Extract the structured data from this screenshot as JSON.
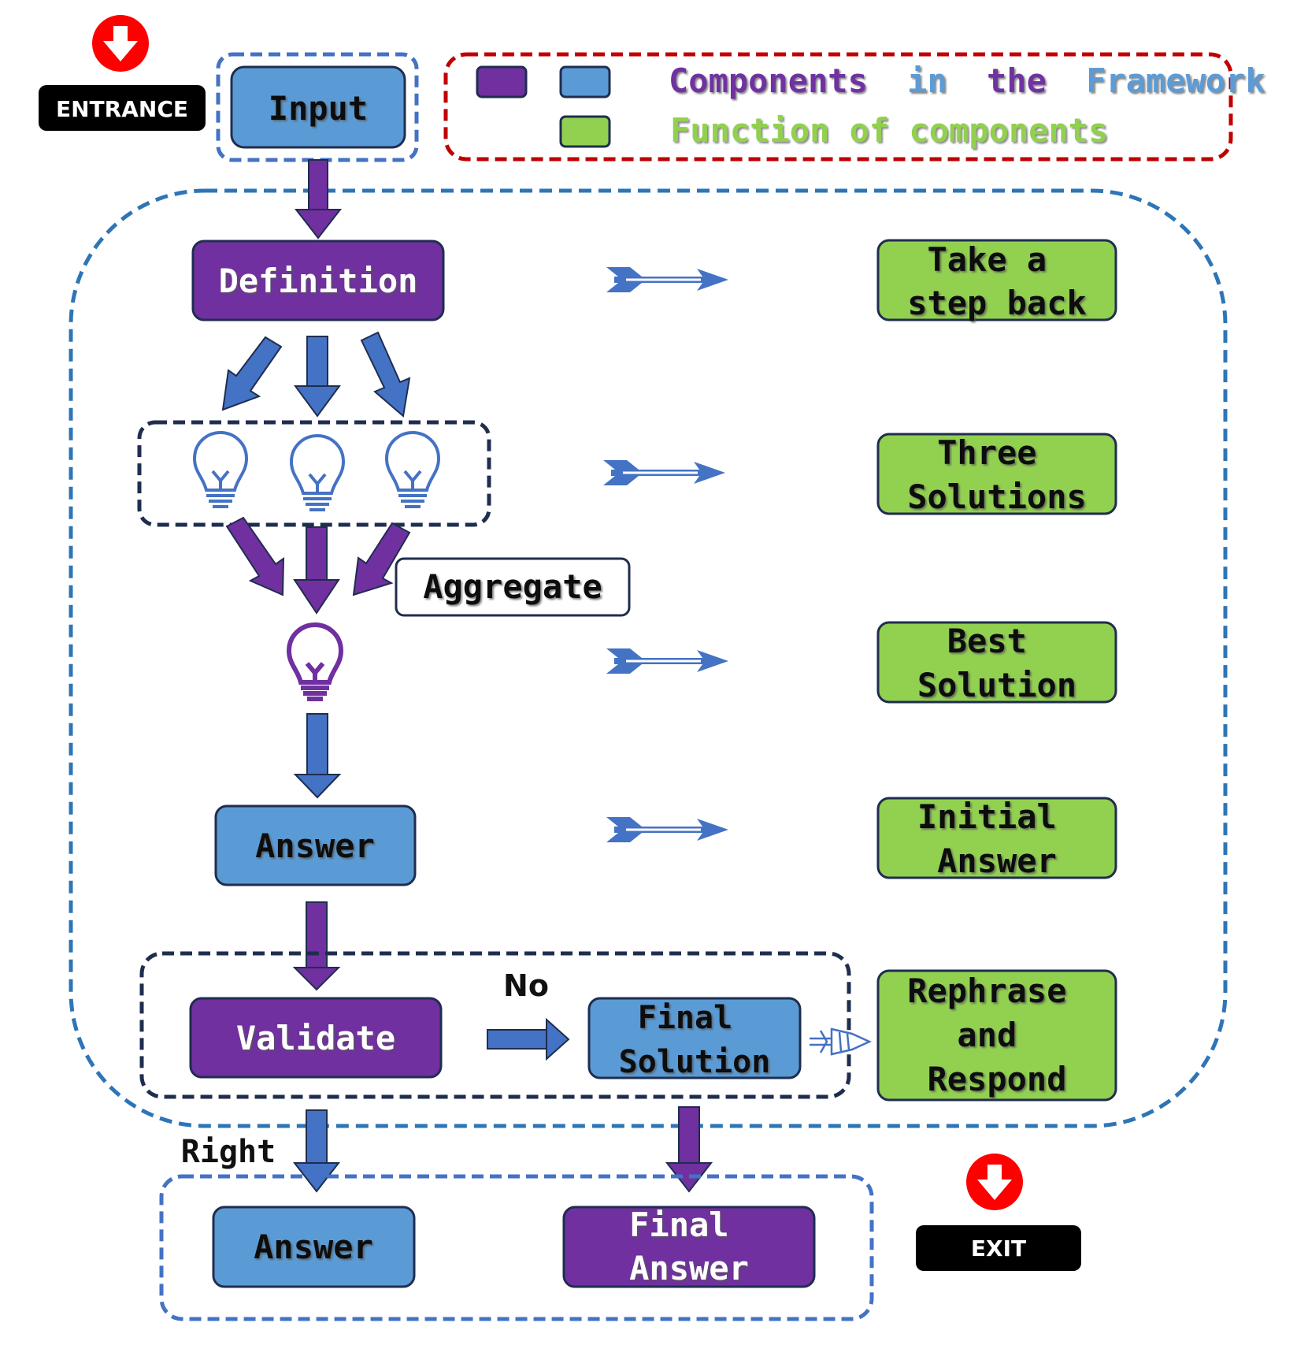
{
  "entrance": {
    "label": "ENTRANCE",
    "icon": "down-arrow-circle-icon"
  },
  "exit": {
    "label": "EXIT",
    "icon": "down-arrow-circle-icon"
  },
  "legend": {
    "components_title": {
      "words": [
        "Components",
        "in",
        "the",
        "Framework"
      ],
      "colors": [
        "#7030a0",
        "#5b9bd5",
        "#7030a0",
        "#5b9bd5"
      ]
    },
    "function_title": "Function of components",
    "swatch_colors": {
      "purple": "#7030a0",
      "blue": "#5b9bd5",
      "green": "#92d050"
    }
  },
  "nodes": {
    "input": "Input",
    "definition": "Definition",
    "aggregate": "Aggregate",
    "answer": "Answer",
    "validate": "Validate",
    "final_solution": [
      "Final",
      "Solution"
    ],
    "answer_out": "Answer",
    "final_answer": [
      "Final",
      "Answer"
    ]
  },
  "edge_labels": {
    "no": "No",
    "right": "Right"
  },
  "functions": [
    [
      "Take a",
      "step back"
    ],
    [
      "Three",
      "Solutions"
    ],
    [
      "Best",
      "Solution"
    ],
    [
      "Initial",
      "Answer"
    ],
    [
      "Rephrase",
      "and",
      "Respond"
    ]
  ],
  "icons": {
    "idea_bulbs": [
      "lightbulb-icon",
      "lightbulb-icon",
      "lightbulb-icon"
    ],
    "best_bulb": "lightbulb-icon",
    "pointer": "arrow-left-icon"
  },
  "colors": {
    "purple": "#7030a0",
    "blue": "#5b9bd5",
    "arrow_blue": "#4472c4",
    "green": "#92d050",
    "dashed_blue": "#2e75b6",
    "dashed_red": "#c00000",
    "dashed_navy": "#1f2d4f",
    "badge_red": "#ff0000"
  }
}
